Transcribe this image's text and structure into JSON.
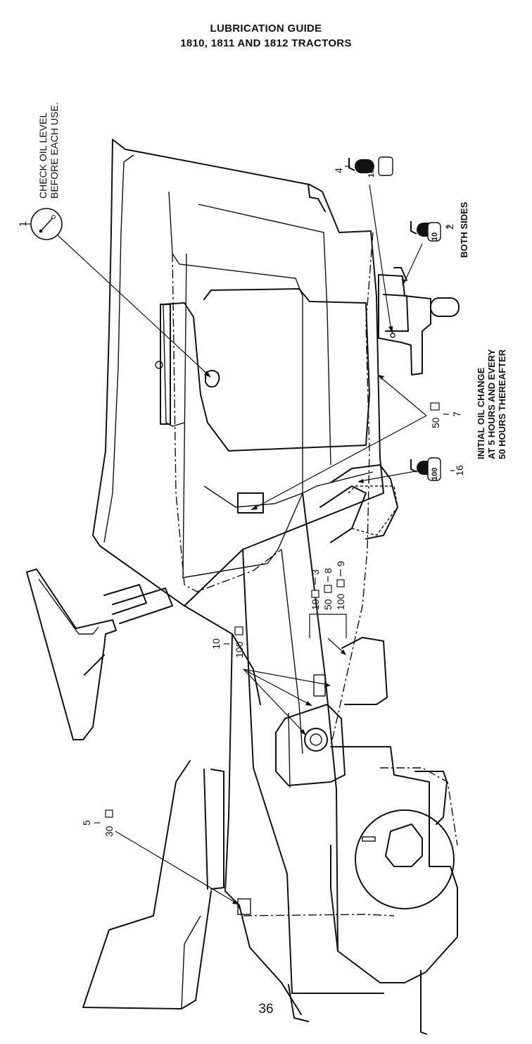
{
  "header": {
    "title_line1": "LUBRICATION GUIDE",
    "title_line2": "1810, 1811 AND 1812 TRACTORS"
  },
  "notes": {
    "check_oil_line1": "CHECK OIL LEVEL",
    "check_oil_line2": "BEFORE EACH USE.",
    "both_sides": "BOTH SIDES",
    "oil_change_line1": "INITIAL OIL CHANGE",
    "oil_change_line2": "AT 5 HOURS AND EVERY",
    "oil_change_line3": "50 HOURS THEREAFTER"
  },
  "callouts": {
    "c1": {
      "number": "1"
    },
    "c2": {
      "number": "2",
      "hours": "10"
    },
    "c3": {
      "number": "3",
      "hours": "10"
    },
    "c4": {
      "number": "4",
      "hours": "10"
    },
    "c5": {
      "number": "5",
      "hours": "30"
    },
    "c7": {
      "number": "7",
      "hours": "50"
    },
    "c8": {
      "number": "8",
      "hours": "50"
    },
    "c9": {
      "number": "9",
      "hours": "100"
    },
    "c10": {
      "number": "10",
      "hours": "100"
    },
    "c16": {
      "number": "16",
      "hours": "100"
    }
  },
  "footer": {
    "page_number": "36"
  }
}
